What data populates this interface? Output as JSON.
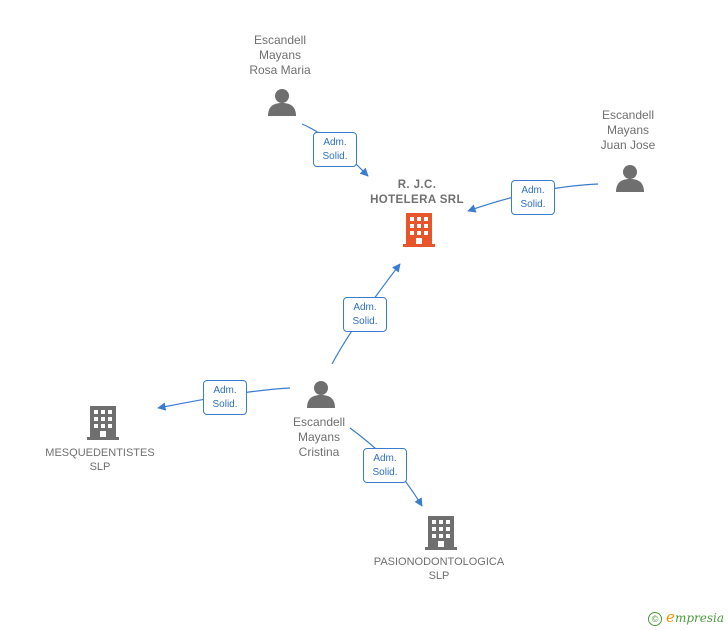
{
  "nodes": {
    "rosa": {
      "lines": [
        "Escandell",
        "Mayans",
        "Rosa Maria"
      ],
      "kind": "person"
    },
    "juan": {
      "lines": [
        "Escandell",
        "Mayans",
        "Juan Jose"
      ],
      "kind": "person"
    },
    "cristina": {
      "lines": [
        "Escandell",
        "Mayans",
        "Cristina"
      ],
      "kind": "person"
    },
    "main": {
      "lines": [
        "R. J.C.",
        "HOTELERA SRL"
      ],
      "kind": "company-main"
    },
    "mesque": {
      "lines": [
        "MESQUEDENTISTES",
        "SLP"
      ],
      "kind": "company"
    },
    "pasion": {
      "lines": [
        "PASIONODONTOLOGICA",
        "SLP"
      ],
      "kind": "company"
    }
  },
  "edge_label": [
    "Adm.",
    "Solid."
  ],
  "edges": [
    {
      "from": "rosa",
      "to": "main",
      "label": [
        "Adm.",
        "Solid."
      ]
    },
    {
      "from": "juan",
      "to": "main",
      "label": [
        "Adm.",
        "Solid."
      ]
    },
    {
      "from": "cristina",
      "to": "main",
      "label": [
        "Adm.",
        "Solid."
      ]
    },
    {
      "from": "cristina",
      "to": "mesque",
      "label": [
        "Adm.",
        "Solid."
      ]
    },
    {
      "from": "cristina",
      "to": "pasion",
      "label": [
        "Adm.",
        "Solid."
      ]
    }
  ],
  "colors": {
    "edge": "#3a7dd0",
    "node_gray": "#6f6f6f",
    "main_company": "#e8552b",
    "logo_green": "#4b9a3b",
    "logo_orange": "#f29200"
  },
  "footer": {
    "copyright_symbol": "©",
    "brand_initial": "e",
    "brand_rest": "mpresia"
  }
}
